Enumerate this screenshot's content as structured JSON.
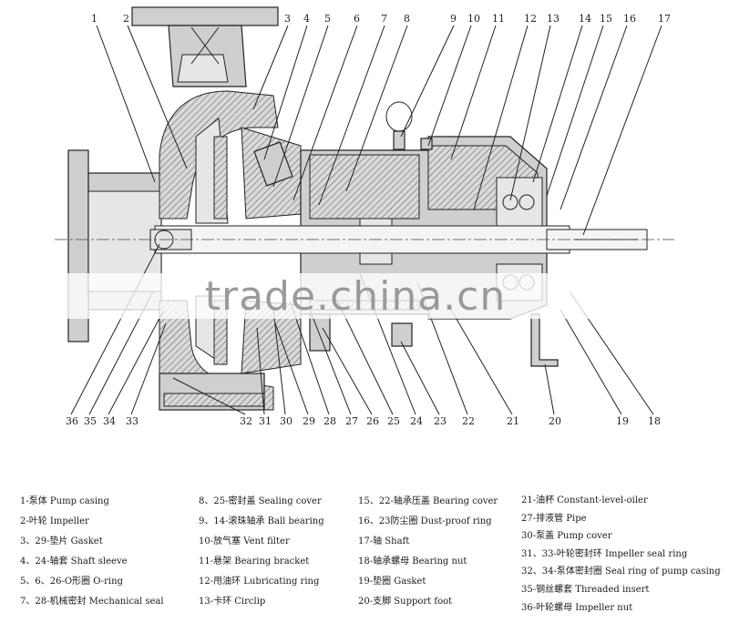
{
  "callouts": {
    "top": [
      "1",
      "2",
      "3",
      "4",
      "5",
      "6",
      "7",
      "8",
      "9",
      "10",
      "11",
      "12",
      "13",
      "14",
      "15",
      "16",
      "17"
    ],
    "bottom": [
      "36",
      "35",
      "34",
      "33",
      "32",
      "31",
      "30",
      "29",
      "28",
      "27",
      "26",
      "25",
      "24",
      "23",
      "22",
      "21",
      "20",
      "19",
      "18"
    ]
  },
  "watermark": "trade.china.cn",
  "legend": {
    "col1": [
      "1-泵体 Pump casing",
      "2-叶轮 Impeller",
      "3、29-垫片 Gasket",
      "4、24-轴套 Shaft sleeve",
      "5、6、26-O形圈 O-ring",
      "7、28-机械密封 Mechanical seal"
    ],
    "col2": [
      "8、25-密封盖 Sealing cover",
      "9、14-滚珠轴承 Ball bearing",
      "10-放气塞 Vent filter",
      "11-悬架 Bearing bracket",
      "12-甩油环 Lubricating ring",
      "13-卡环 Circlip"
    ],
    "col3": [
      "15、22-轴承压盖 Bearing cover",
      "16、23防尘圈 Dust-proof ring",
      "17-轴 Shaft",
      "18-轴承螺母 Bearing nut",
      "19-垫圈 Gasket",
      "20-支脚 Support foot"
    ],
    "col4": [
      "21-油杯 Constant-level-oiler",
      "27-排液管 Pipe",
      "30-泵盖 Pump cover",
      "31、33-叶轮密封环 Impeller seal ring",
      "32、34-泵体密封圈 Seal ring of pump casing",
      "35-钢丝螺套 Threaded insert",
      "36-叶轮螺母 Impeller nut"
    ]
  }
}
